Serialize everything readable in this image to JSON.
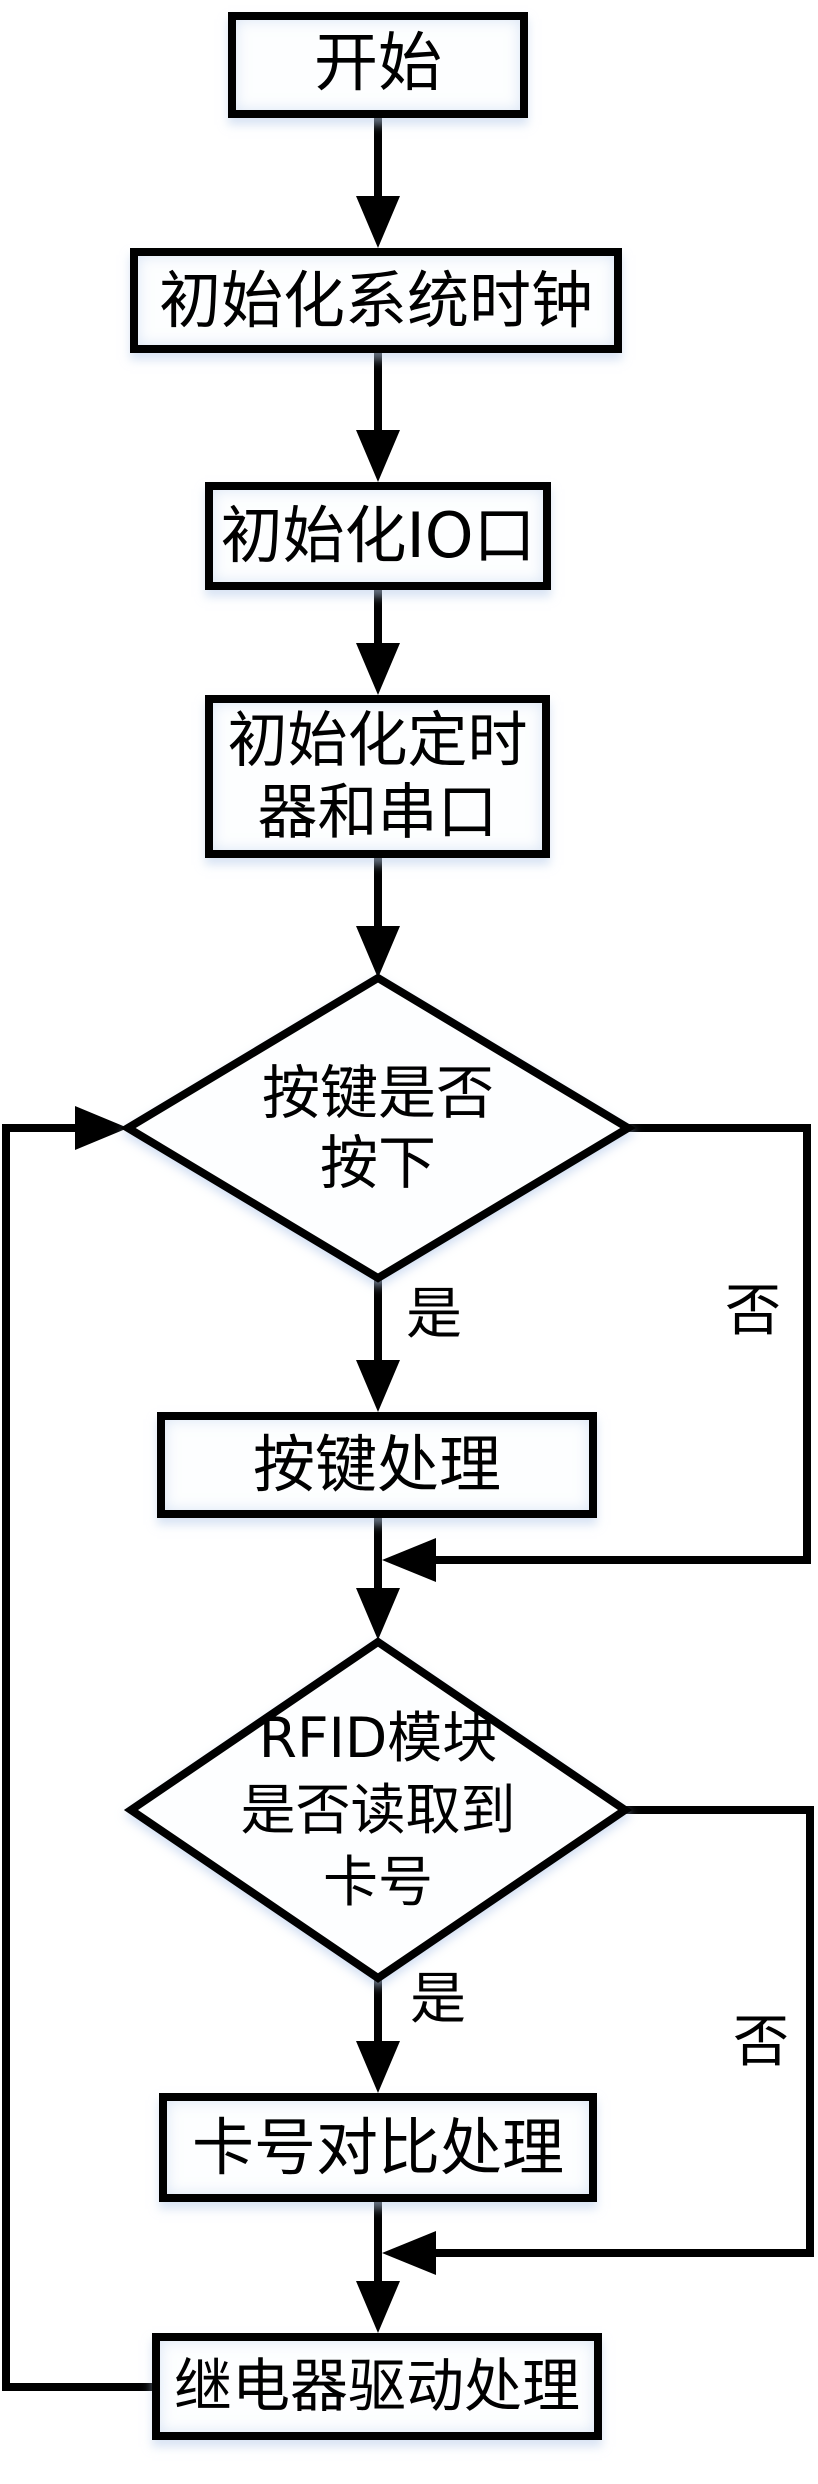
{
  "diagram_type": "flowchart",
  "language": "zh-CN",
  "colors": {
    "line": "#000000",
    "node_fill": "#fdfeff",
    "glow": "#b9cdeb",
    "background": "#ffffff"
  },
  "nodes": [
    {
      "id": "start",
      "type": "process",
      "label": "开始"
    },
    {
      "id": "init_clock",
      "type": "process",
      "label": "初始化系统时钟"
    },
    {
      "id": "init_io",
      "type": "process",
      "label": "初始化IO口"
    },
    {
      "id": "init_timer_serial",
      "type": "process",
      "label": "初始化定时器和串口",
      "lines": [
        "初始化定时",
        "器和串口"
      ]
    },
    {
      "id": "key_pressed",
      "type": "decision",
      "label": "按键是否按下",
      "lines": [
        "按键是否",
        "按下"
      ]
    },
    {
      "id": "key_handle",
      "type": "process",
      "label": "按键处理"
    },
    {
      "id": "rfid_read",
      "type": "decision",
      "label": "RFID模块是否读取到卡号",
      "lines": [
        "RFID模块",
        "是否读取到",
        "卡号"
      ]
    },
    {
      "id": "card_compare",
      "type": "process",
      "label": "卡号对比处理"
    },
    {
      "id": "relay_drive",
      "type": "process",
      "label": "继电器驱动处理"
    }
  ],
  "edges": [
    {
      "from": "start",
      "to": "init_clock",
      "label": ""
    },
    {
      "from": "init_clock",
      "to": "init_io",
      "label": ""
    },
    {
      "from": "init_io",
      "to": "init_timer_serial",
      "label": ""
    },
    {
      "from": "init_timer_serial",
      "to": "key_pressed",
      "label": ""
    },
    {
      "from": "key_pressed",
      "to": "key_handle",
      "label": "是"
    },
    {
      "from": "key_pressed",
      "to": "rfid_read",
      "label": "否",
      "route": "right-bypass"
    },
    {
      "from": "key_handle",
      "to": "rfid_read",
      "label": ""
    },
    {
      "from": "rfid_read",
      "to": "card_compare",
      "label": "是"
    },
    {
      "from": "rfid_read",
      "to": "relay_drive",
      "label": "否",
      "route": "right-bypass"
    },
    {
      "from": "card_compare",
      "to": "relay_drive",
      "label": ""
    },
    {
      "from": "relay_drive",
      "to": "key_pressed",
      "label": "",
      "route": "left-loop"
    }
  ]
}
